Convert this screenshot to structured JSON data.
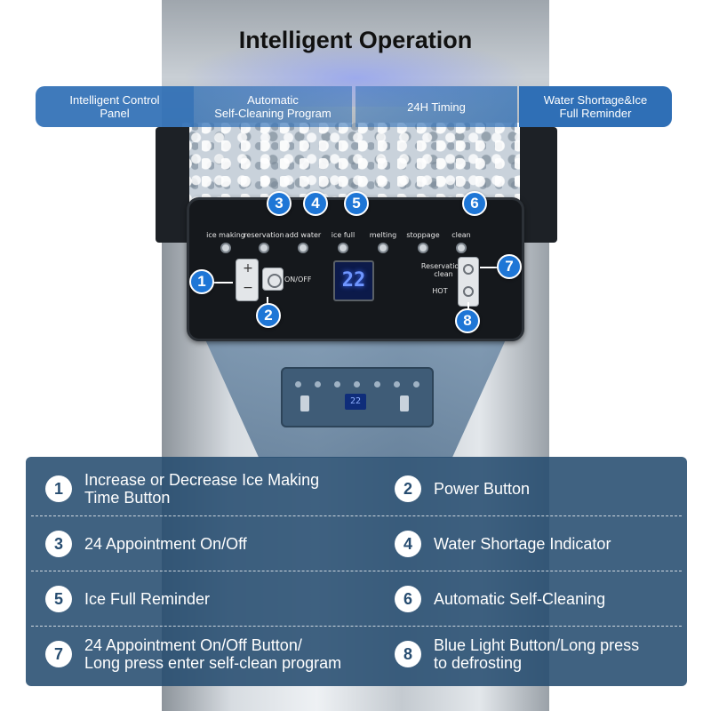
{
  "header": {
    "title": "Intelligent Operation"
  },
  "features": [
    {
      "label": "Intelligent Control\nPanel"
    },
    {
      "label": "Automatic\nSelf-Cleaning Program"
    },
    {
      "label": "24H Timing"
    },
    {
      "label": "Water Shortage&Ice\nFull Reminder"
    }
  ],
  "panel": {
    "indicators": [
      {
        "label": "ice making"
      },
      {
        "label": "reservation"
      },
      {
        "label": "add water"
      },
      {
        "label": "ice full"
      },
      {
        "label": "melting"
      },
      {
        "label": "stoppage"
      },
      {
        "label": "clean"
      }
    ],
    "display_value": "22",
    "onoff_label": "ON/OFF",
    "plus_symbol": "+",
    "minus_symbol": "−",
    "reservation_label": "Reservation/\nclean",
    "hot_label": "HOT"
  },
  "mini_panel": {
    "display_value": "22"
  },
  "badges": [
    "1",
    "2",
    "3",
    "4",
    "5",
    "6",
    "7",
    "8"
  ],
  "legend": [
    {
      "num": "1",
      "text": "Increase or Decrease Ice Making\nTime Button"
    },
    {
      "num": "2",
      "text": "Power Button"
    },
    {
      "num": "3",
      "text": "24 Appointment On/Off"
    },
    {
      "num": "4",
      "text": "Water Shortage Indicator"
    },
    {
      "num": "5",
      "text": "Ice Full Reminder"
    },
    {
      "num": "6",
      "text": "Automatic Self-Cleaning"
    },
    {
      "num": "7",
      "text": "24 Appointment On/Off Button/\nLong press enter self-clean program"
    },
    {
      "num": "8",
      "text": "Blue Light Button/Long press\nto defrosting"
    }
  ],
  "colors": {
    "accent_blue": "#1e76d6",
    "info_panel": "#264c70",
    "display_blue": "#6f96ff"
  }
}
